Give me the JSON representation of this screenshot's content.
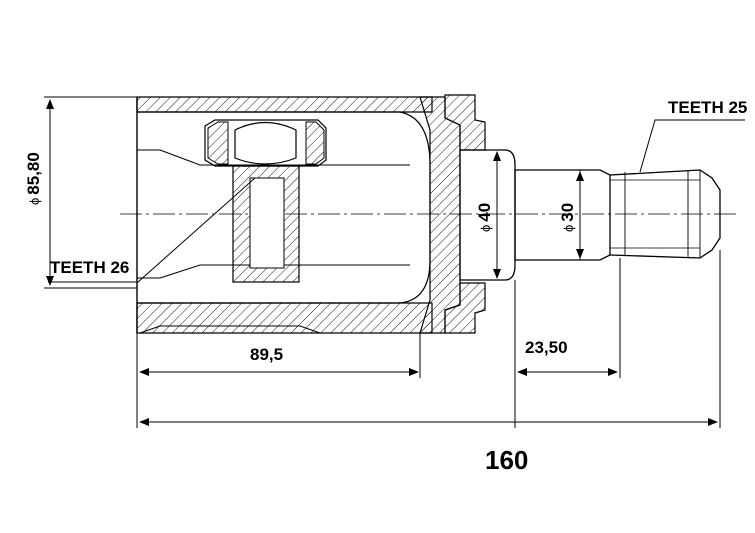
{
  "drawing": {
    "labels": {
      "teeth_left": "TEETH 26",
      "teeth_right": "TEETH 25",
      "dia_housing": "85,80",
      "dia_shoulder": "40",
      "dia_spline": "30",
      "len_housing": "89,5",
      "len_stub": "23,50",
      "len_total": "160",
      "phi_symbol": "ϕ"
    }
  }
}
